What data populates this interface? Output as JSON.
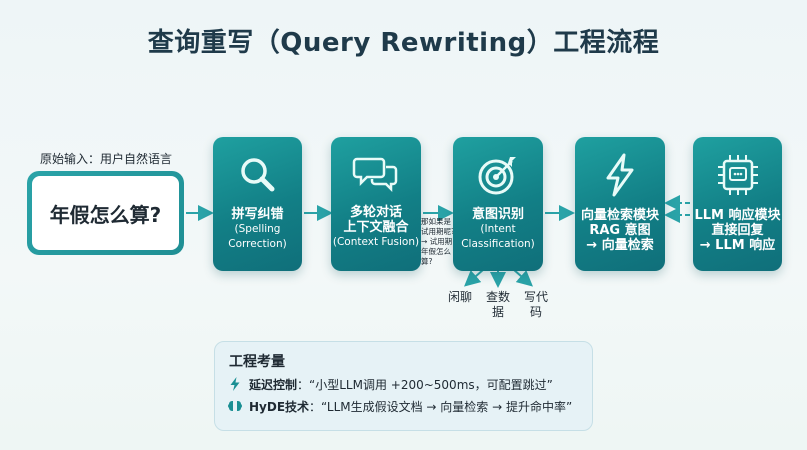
{
  "title": "查询重写（Query Rewriting）工程流程",
  "input": {
    "label": "原始输入：用户自然语言",
    "text": "年假怎么算?"
  },
  "steps": [
    {
      "icon": "magnifier-icon",
      "zh": "拼写纠错",
      "en": "(Spelling Correction)"
    },
    {
      "icon": "chat-bubbles-icon",
      "zh": "多轮对话\n上下文融合",
      "en": "(Context Fusion)"
    },
    {
      "icon": "target-icon",
      "zh": "意图识别",
      "en": "(Intent Classification)"
    },
    {
      "icon": "lightning-icon",
      "zh": "向量检索模块\nRAG 意图\n→ 向量检索",
      "en": ""
    },
    {
      "icon": "chip-icon",
      "zh": "LLM 响应模块\n直接回复\n→ LLM 响应",
      "en": ""
    }
  ],
  "fusion_note": "那如果是试用期呢? → 试用期年假怎么算?",
  "branches": [
    "闲聊",
    "查数据",
    "写代码"
  ],
  "considerations": {
    "title": "工程考量",
    "items": [
      {
        "icon": "lightning-icon",
        "label": "延迟控制",
        "text": "：“小型LLM调用 +200~500ms，可配置跳过”"
      },
      {
        "icon": "brain-icon",
        "label": "HyDE技术",
        "text": "：“LLM生成假设文档 → 向量检索 → 提升命中率”"
      }
    ]
  },
  "colors": {
    "card": "#1a8f93",
    "accent": "#2aa3a8",
    "title": "#1f3a4a"
  }
}
